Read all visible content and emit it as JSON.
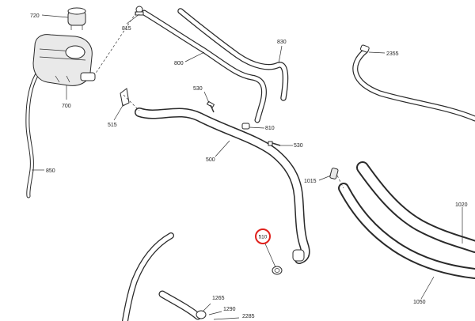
{
  "diagram": {
    "highlight_color": "#e0201b",
    "callouts": [
      {
        "id": "720",
        "text": "720"
      },
      {
        "id": "815",
        "text": "815"
      },
      {
        "id": "830",
        "text": "830"
      },
      {
        "id": "800",
        "text": "800"
      },
      {
        "id": "2355",
        "text": "2355"
      },
      {
        "id": "700",
        "text": "700"
      },
      {
        "id": "530a",
        "text": "530"
      },
      {
        "id": "515",
        "text": "515"
      },
      {
        "id": "810",
        "text": "810"
      },
      {
        "id": "530b",
        "text": "530"
      },
      {
        "id": "500",
        "text": "500"
      },
      {
        "id": "850",
        "text": "850"
      },
      {
        "id": "1015",
        "text": "1015"
      },
      {
        "id": "1020",
        "text": "1020"
      },
      {
        "id": "510",
        "text": "510",
        "highlighted": true
      },
      {
        "id": "1050",
        "text": "1050"
      },
      {
        "id": "1265",
        "text": "1265"
      },
      {
        "id": "1290",
        "text": "1290"
      },
      {
        "id": "2285",
        "text": "2285"
      }
    ]
  }
}
